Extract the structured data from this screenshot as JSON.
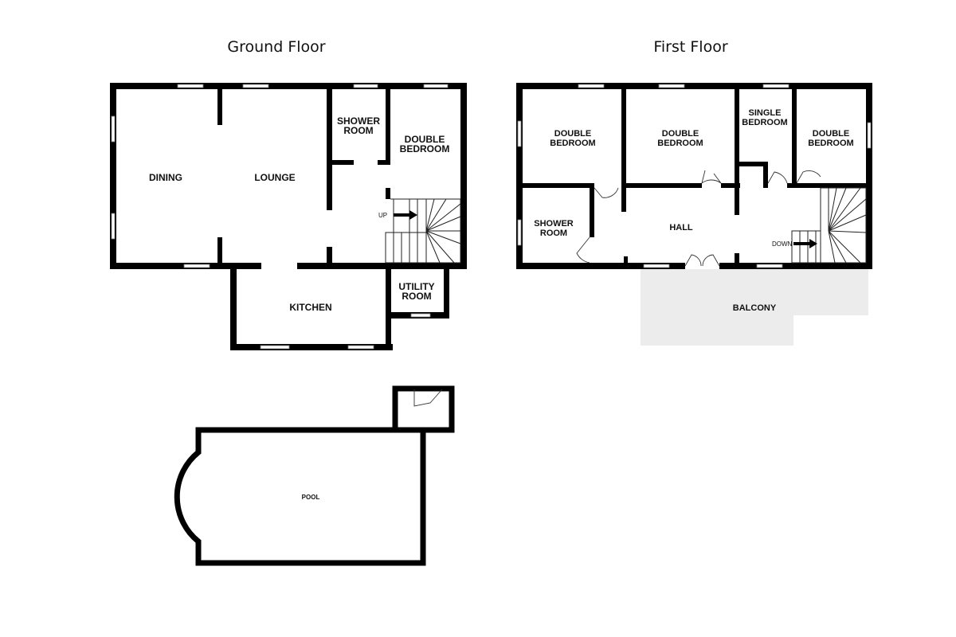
{
  "ground_floor": {
    "title": "Ground Floor",
    "rooms": {
      "dining": "DINING",
      "lounge": "LOUNGE",
      "shower_room": [
        "SHOWER",
        "ROOM"
      ],
      "double_bedroom": [
        "DOUBLE",
        "BEDROOM"
      ],
      "kitchen": "KITCHEN",
      "utility_room": [
        "UTILITY",
        "ROOM"
      ]
    },
    "stairs_label": "UP"
  },
  "first_floor": {
    "title": "First Floor",
    "rooms": {
      "double_bedroom_1": [
        "DOUBLE",
        "BEDROOM"
      ],
      "double_bedroom_2": [
        "DOUBLE",
        "BEDROOM"
      ],
      "single_bedroom": [
        "SINGLE",
        "BEDROOM"
      ],
      "double_bedroom_3": [
        "DOUBLE",
        "BEDROOM"
      ],
      "shower_room": [
        "SHOWER",
        "ROOM"
      ],
      "hall": "HALL",
      "balcony": "BALCONY"
    },
    "stairs_label": "DOWN"
  },
  "outbuilding": {
    "pool": "POOL"
  },
  "colors": {
    "wall": "#000000",
    "balcony_fill": "#ececec",
    "background": "#ffffff"
  }
}
